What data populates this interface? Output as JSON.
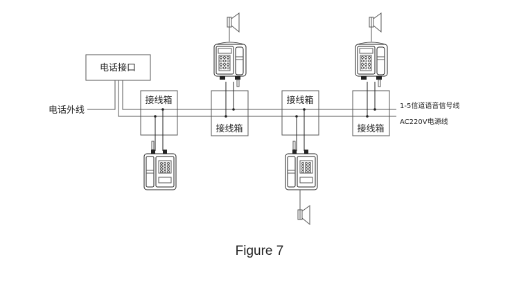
{
  "diagram": {
    "phone_interface_label": "电话接口",
    "external_line_label": "电话外线",
    "junction_box_label": "接线箱",
    "junction_boxes": [
      {
        "id": "jb1",
        "label": "接线箱",
        "label_position": "top"
      },
      {
        "id": "jb2",
        "label": "接线箱",
        "label_position": "bottom"
      },
      {
        "id": "jb3",
        "label": "接线箱",
        "label_position": "top"
      },
      {
        "id": "jb4",
        "label": "接线箱",
        "label_position": "bottom"
      }
    ],
    "bus_lines": {
      "signal_line_label": "1-5信道语音信号线",
      "power_line_label": "AC220V电源线"
    },
    "devices": [
      {
        "id": "phone1",
        "type": "telephone",
        "attached_to": "jb1",
        "position": "below",
        "speaker": false
      },
      {
        "id": "phone2",
        "type": "telephone",
        "attached_to": "jb2",
        "position": "above",
        "speaker": true
      },
      {
        "id": "phone3",
        "type": "telephone",
        "attached_to": "jb3",
        "position": "below",
        "speaker": true
      },
      {
        "id": "phone4",
        "type": "telephone",
        "attached_to": "jb4",
        "position": "above",
        "speaker": true
      }
    ]
  },
  "caption": "Figure 7"
}
